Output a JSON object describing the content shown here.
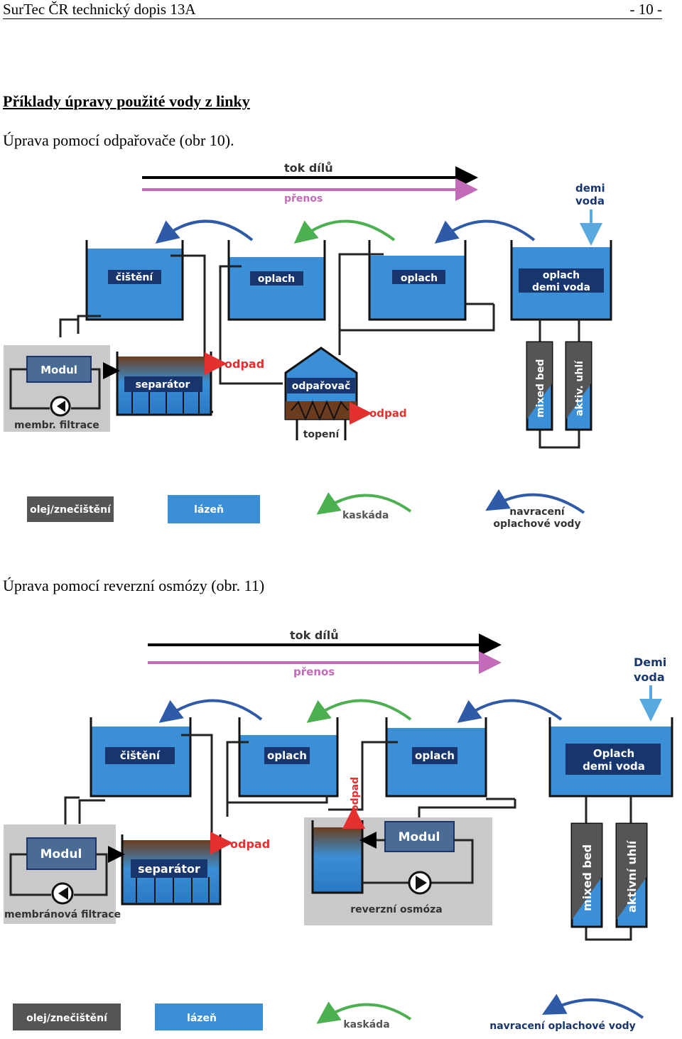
{
  "header": {
    "left": "SurTec ČR  technický dopis 13A",
    "right": "- 10 -"
  },
  "heading": "Příklady úpravy použité vody z linky",
  "fig10": {
    "caption": "Úprava pomocí odpařovače (obr 10).",
    "tok": "tok dílů",
    "prenos": "přenos",
    "demi": [
      "demi",
      "voda"
    ],
    "tanks": [
      "čištění",
      "oplach",
      "oplach"
    ],
    "last_tank": [
      "oplach",
      "demi voda"
    ],
    "modul": "Modul",
    "separator": "separátor",
    "membr": "membr. filtrace",
    "odpad1": "odpad",
    "odparovac": "odpařovač",
    "topeni": "topení",
    "odpad2": "odpad",
    "mixed": "mixed bed",
    "aktiv": "aktiv. uhlí",
    "legend": {
      "olej": "olej/znečištění",
      "lazen": "lázeň",
      "kaskada": "kaskáda",
      "navraceni": [
        "navracení",
        "oplachové vody"
      ]
    }
  },
  "fig11": {
    "caption": "Úprava pomocí reverzní osmózy (obr. 11)",
    "tok": "tok dílů",
    "prenos": "přenos",
    "demi": [
      "Demi",
      "voda"
    ],
    "tanks": [
      "čištění",
      "oplach",
      "oplach"
    ],
    "last_tank": [
      "Oplach",
      "demi voda"
    ],
    "modul": "Modul",
    "separator": "separátor",
    "odpad1": "odpad",
    "membr": "membránová filtrace",
    "odpad_v": "odpad",
    "modul2": "Modul",
    "reverzni": "reverzní osmóza",
    "mixed": "mixed bed",
    "aktiv": "aktivní uhlí",
    "legend": {
      "olej": "olej/znečištění",
      "lazen": "lázeň",
      "kaskada": "kaskáda",
      "navraceni": "navracení oplachové vody"
    }
  },
  "colors": {
    "water": "#3a8fd6",
    "water_dark": "#1f5fa8",
    "label_bg": "#17366e",
    "grey": "#c9c9c9",
    "oil": "#6b3d1e",
    "cascade": "#4caf50",
    "return": "#2e5aa8",
    "prenos": "#c26bb8",
    "waste": "#e53030"
  }
}
